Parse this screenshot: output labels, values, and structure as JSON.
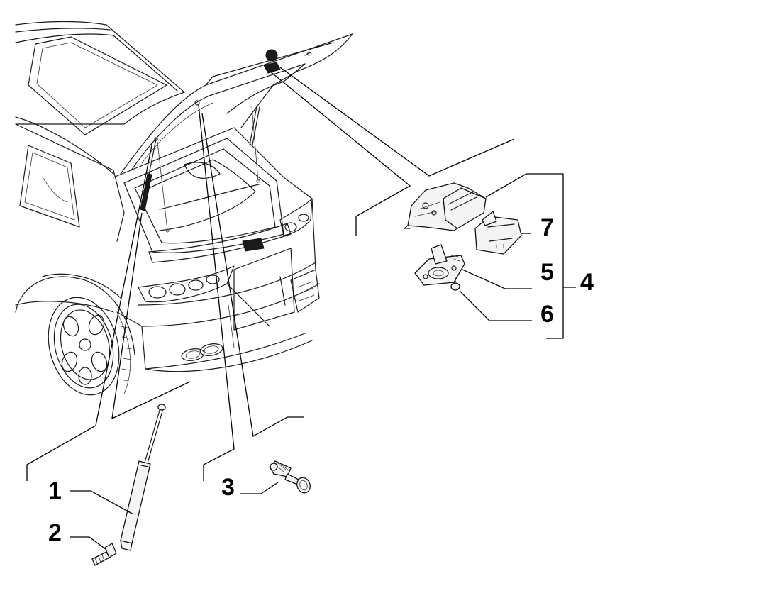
{
  "callouts": {
    "p1": "1",
    "p2": "2",
    "p3": "3",
    "p4": "4",
    "p5": "5",
    "p6": "6",
    "p7": "7"
  },
  "colors": {
    "line": "#1a1a1a",
    "background": "#ffffff"
  }
}
